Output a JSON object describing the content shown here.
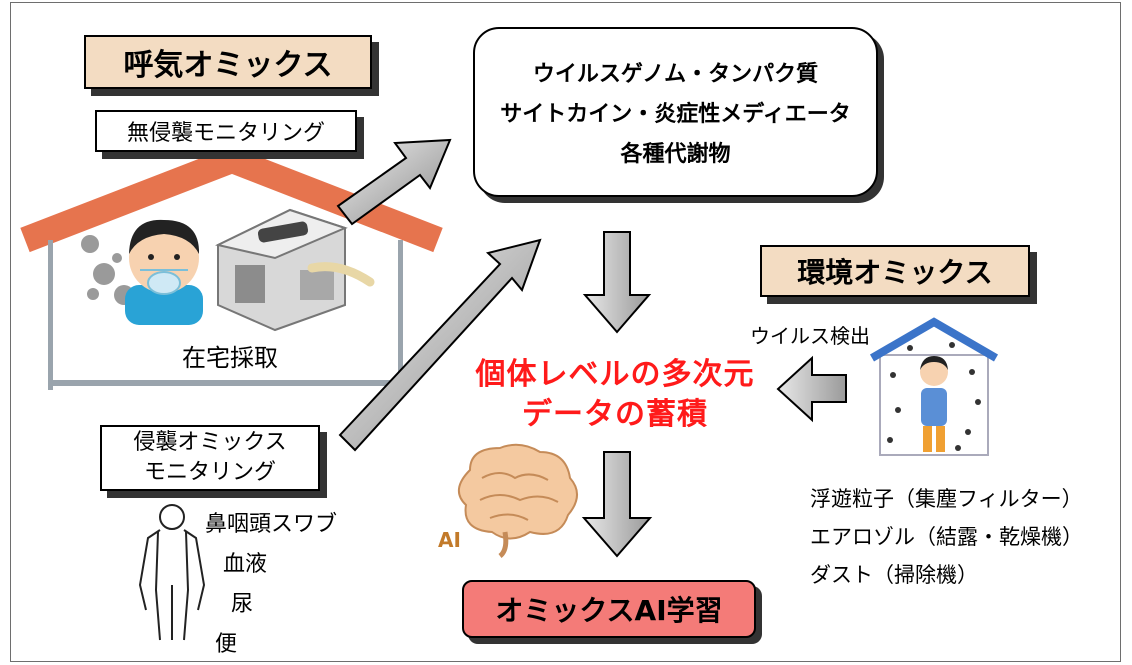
{
  "breath_omics": {
    "title": "呼気オミックス",
    "noninvasive_label": "無侵襲モニタリング",
    "home_collection": "在宅採取"
  },
  "analytes_box": {
    "lines": [
      "ウイルスゲノム・タンパク質",
      "サイトカイン・炎症性メディエータ",
      "各種代謝物"
    ]
  },
  "invasive": {
    "label_line1": "侵襲オミックス",
    "label_line2": "モニタリング",
    "samples": [
      "鼻咽頭スワブ",
      "血液",
      "尿",
      "便"
    ]
  },
  "environmental_omics": {
    "title": "環境オミックス",
    "virus_detection": "ウイルス検出",
    "sources": [
      "浮遊粒子（集塵フィルター）",
      "エアロゾル（結露・乾燥機）",
      "ダスト（掃除機）"
    ]
  },
  "center": {
    "line1": "個体レベルの多次元",
    "line2": "データの蓄積"
  },
  "ai": {
    "badge": "AI",
    "learning_label": "オミックスAI学習"
  },
  "colors": {
    "roof": "#e6744e",
    "tan_label": "#f3dcc2",
    "accent_red": "#ff1a1a",
    "pink_box": "#f47b78",
    "brain": "#f4c9a0",
    "ai_text": "#c27a2a"
  }
}
